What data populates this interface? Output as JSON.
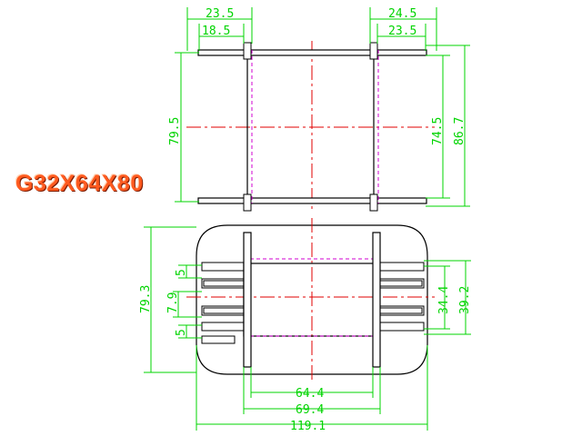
{
  "model": "G32X64X80",
  "colors": {
    "outline": "#000000",
    "dimension": "#00d400",
    "centerline": "#e00000",
    "hidden": "#d000d0",
    "label": "#ff5a1f"
  },
  "top_view": {
    "dims": {
      "top_left_outer": "23.5",
      "top_left_inner": "18.5",
      "top_right_outer": "24.5",
      "top_right_inner": "23.5",
      "left_height": "79.5",
      "right_inner_height": "74.5",
      "right_outer_height": "86.7"
    }
  },
  "bottom_view": {
    "dims": {
      "left_height": "79.3",
      "slot_a": "5",
      "slot_pitch": "7.9",
      "slot_b": "5",
      "right_inner": "34.4",
      "right_outer": "39.2",
      "width_inner": "64.4",
      "width_mid": "69.4",
      "width_total": "119.1"
    }
  }
}
